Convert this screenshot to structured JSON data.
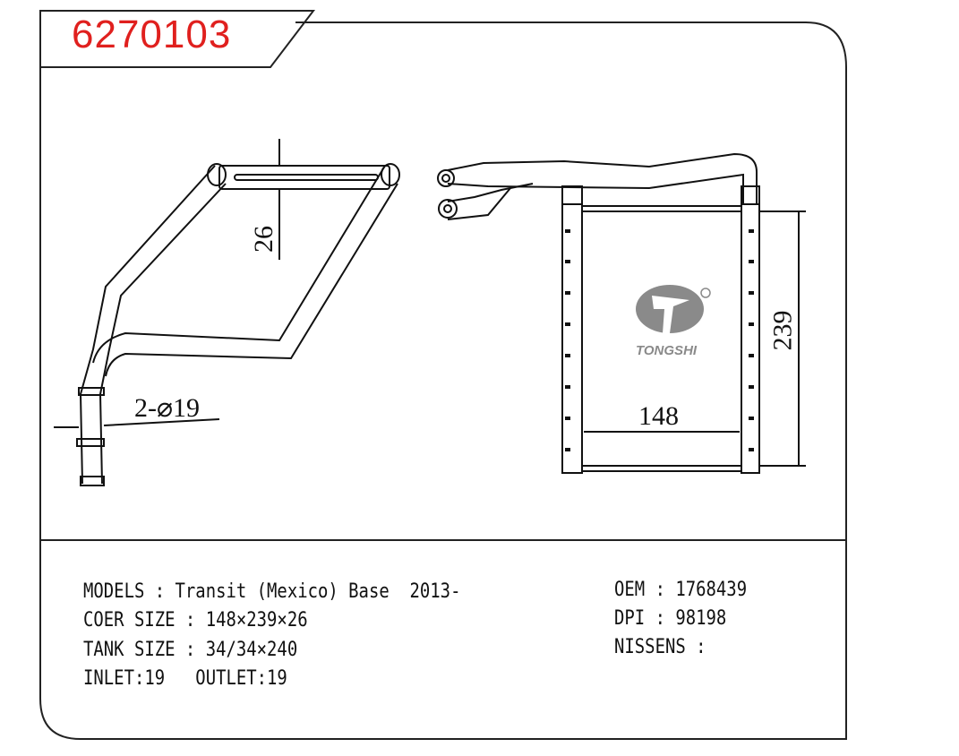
{
  "part_number": "6270103",
  "dimensions": {
    "thickness": "26",
    "pipe": "2-⌀19",
    "width": "148",
    "height": "239"
  },
  "logo": {
    "brand": "TONGSHI",
    "mark": "®"
  },
  "specs": {
    "models": "MODELS : Transit (Mexico) Base  2013-",
    "core_size": "COER SIZE : 148×239×26",
    "tank_size": "TANK SIZE : 34/34×240",
    "inlet_outlet": "INLET:19   OUTLET:19",
    "oem": "OEM : 1768439",
    "dpi": "DPI : 98198",
    "nissens": "NISSENS :"
  },
  "colors": {
    "accent": "#e0201e",
    "line": "#111111",
    "logo": "#8a8a8a"
  }
}
